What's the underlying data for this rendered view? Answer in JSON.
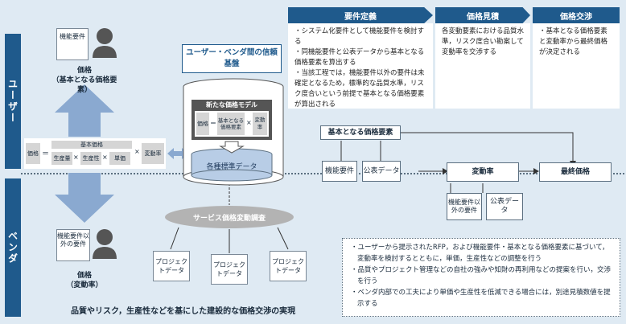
{
  "sidebar": {
    "user": "ユーザー",
    "vendor": "ベンダ"
  },
  "phases": [
    {
      "title": "要件定義",
      "items": [
        "・システム化要件として機能要件を検討する",
        "・同機能要件と公表データから基本となる価格要素を算出する",
        "・当該工程では，機能要件以外の要件は未確定となるため，標準的な品質水準，リスク度合いという前提で基本となる価格要素が算出される"
      ]
    },
    {
      "title": "価格見積",
      "items": [
        "各変動要素における品質水準，リスク度合い勘案して変動率を交渉する"
      ]
    },
    {
      "title": "価格交渉",
      "items": [
        "・基本となる価格要素と変動率から最終価格が決定される"
      ]
    }
  ],
  "user_party": {
    "doc": "機能要件",
    "caption1": "価格",
    "caption2": "（基本となる価格要素）"
  },
  "vendor_party": {
    "doc": "機能要件以外の要件",
    "caption1": "価格",
    "caption2": "（変動率）"
  },
  "formula": {
    "price": "価格",
    "eq": "＝",
    "base_price": "基本価格",
    "productivity": "生産量",
    "times": "×",
    "productivity2": "生産性",
    "unit_price": "単価",
    "change_rate": "変動率"
  },
  "platform": {
    "title": "ユーザー・ベンダ間の信頼基盤",
    "model_title": "新たな価格モデル",
    "m_price": "価格",
    "m_eq": "＝",
    "m_base": "基本となる価格要素",
    "m_times": "×",
    "m_rate": "変動率",
    "db": "各種標準データ"
  },
  "survey": {
    "label": "サービス価格変動調査"
  },
  "project_docs": [
    "プロジェクトデータ",
    "プロジェクトデータ",
    "プロジェクトデータ"
  ],
  "flow": {
    "base_elements": "基本となる価格要素",
    "func_req": "機能要件",
    "public_data": "公表データ",
    "rate": "変動率",
    "final_price": "最終価格",
    "nonfunc_req": "機能要件以外の要件",
    "public_data2": "公表データ"
  },
  "notes": [
    "・ユーザーから提示されたRFP，および機能要件・基本となる価格要素に基づいて，変動率を検討するとともに，単価，生産性などの調整を行う",
    "・品質やプロジェクト管理などの自社の強みや知財の再利用などの提案を行い，交渉を行う",
    "・ベンダ内部での工夫により単価や生産性を低減できる場合には，別途見積数値を提示する"
  ],
  "bottom_caption": "品質やリスク，生産性などを基にした建設的な価格交渉の実現",
  "colors": {
    "navy": "#1f5a8c",
    "arrow": "#8aa9d0",
    "bg": "#dfeaf3"
  }
}
